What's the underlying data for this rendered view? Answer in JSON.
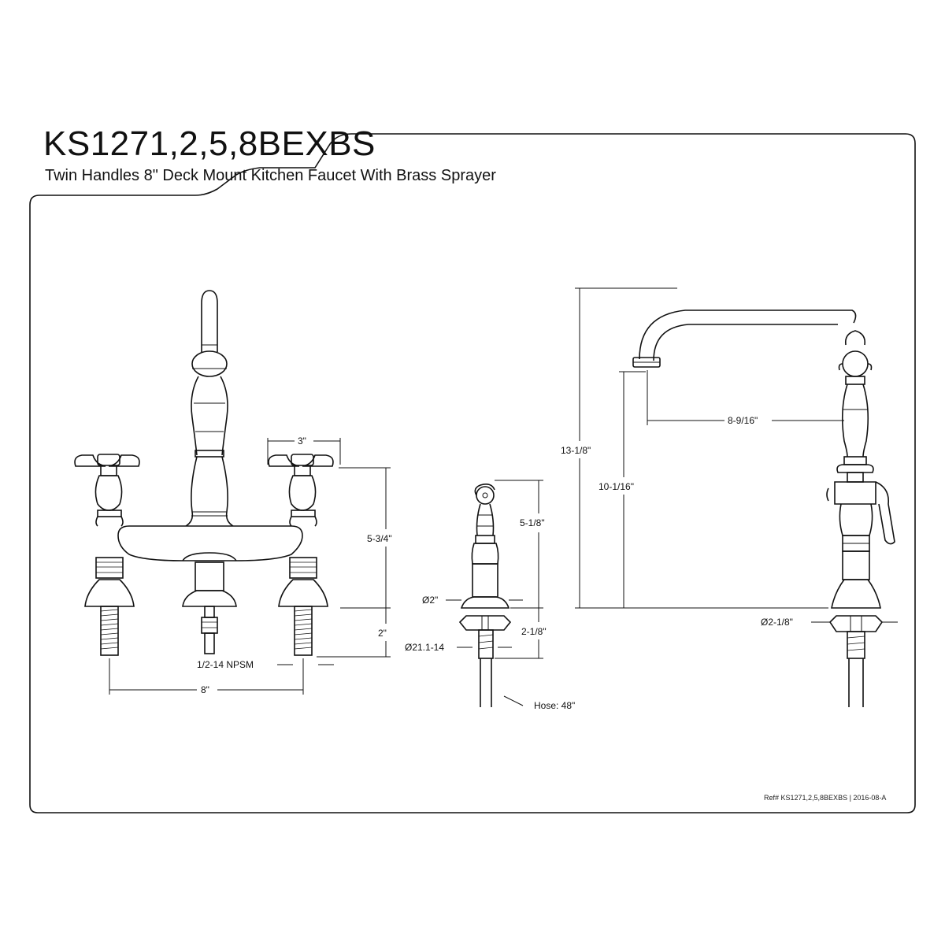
{
  "header": {
    "title": "KS1271,2,5,8BEXBS",
    "subtitle": "Twin Handles 8\" Deck Mount Kitchen Faucet With Brass Sprayer"
  },
  "dimensions": {
    "handle_width": "3\"",
    "faucet_height": "5-3/4\"",
    "deck_thread_length": "2\"",
    "connection": "1/2-14 NPSM",
    "spread": "8\"",
    "sprayer_height": "5-1/8\"",
    "sprayer_base_dia": "Ø2\"",
    "sprayer_thread_len": "2-1/8\"",
    "sprayer_thread": "Ø21.1-14",
    "hose": "Hose: 48\"",
    "spout_reach": "8-9/16\"",
    "overall_height": "13-1/8\"",
    "spout_height": "10-1/16\"",
    "base_dia": "Ø2-1/8\""
  },
  "footer": {
    "ref": "Ref# KS1271,2,5,8BEXBS | 2016-08-A"
  }
}
